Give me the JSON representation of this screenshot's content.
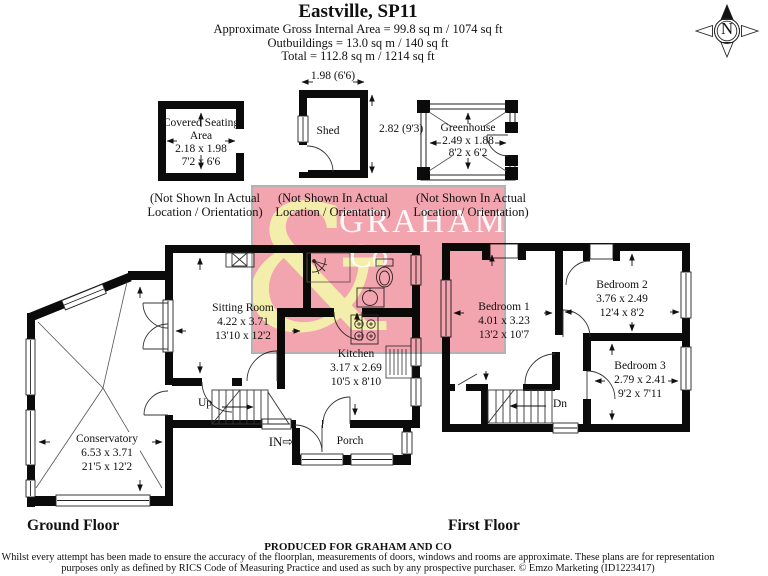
{
  "header": {
    "title": "Eastville, SP11",
    "area_lines": [
      "Approximate Gross Internal Area = 99.8 sq m / 1074 sq ft",
      "Outbuildings = 13.0 sq m / 140 sq ft",
      "Total = 112.8 sq m / 1214 sq ft"
    ]
  },
  "compass": {
    "letter": "N"
  },
  "outbuildings": {
    "note_line1": "(Not Shown In Actual",
    "note_line2": "Location / Orientation)",
    "covered_seating": {
      "name_line1": "Covered Seating",
      "name_line2": "Area",
      "metric": "2.18 x 1.98",
      "imperial": "7'2 x 6'6"
    },
    "shed": {
      "name": "Shed",
      "width_dim": "1.98 (6'6)",
      "depth_dim": "2.82 (9'3)"
    },
    "greenhouse": {
      "name": "Greenhouse",
      "metric": "2.49 x 1.88",
      "imperial": "8'2 x 6'2"
    }
  },
  "watermark": {
    "ampersand": "&",
    "brand": "GRAHAM",
    "brand_suffix": "Co",
    "pink": "#F2A4AF",
    "cream": "#F4EEAC"
  },
  "ground_floor": {
    "label": "Ground Floor",
    "conservatory": {
      "name": "Conservatory",
      "metric": "6.53 x 3.71",
      "imperial": "21'5 x 12'2"
    },
    "sitting_room": {
      "name": "Sitting Room",
      "metric": "4.22 x 3.71",
      "imperial": "13'10 x 12'2"
    },
    "kitchen": {
      "name": "Kitchen",
      "metric": "3.17 x 2.69",
      "imperial": "10'5 x 8'10"
    },
    "porch": {
      "name": "Porch"
    },
    "stairs_label": "Up",
    "entrance_label": "IN",
    "entrance_arrow": "⇨"
  },
  "first_floor": {
    "label": "First Floor",
    "bedroom1": {
      "name": "Bedroom 1",
      "metric": "4.01 x 3.23",
      "imperial": "13'2 x 10'7"
    },
    "bedroom2": {
      "name": "Bedroom 2",
      "metric": "3.76 x 2.49",
      "imperial": "12'4 x 8'2"
    },
    "bedroom3": {
      "name": "Bedroom 3",
      "metric": "2.79 x 2.41",
      "imperial": "9'2 x 7'11"
    },
    "stairs_label": "Dn"
  },
  "footer": {
    "produced": "PRODUCED FOR GRAHAM AND CO",
    "disclaimer_line1": "Whilst every attempt has been made to ensure the accuracy of the floorplan, measurements of doors, windows and rooms are approximate. These plans are for representation",
    "disclaimer_line2": "purposes only as defined by RICS Code of Measuring Practice and used as such by any prospective purchaser. © Emzo Marketing (ID1223417)"
  }
}
